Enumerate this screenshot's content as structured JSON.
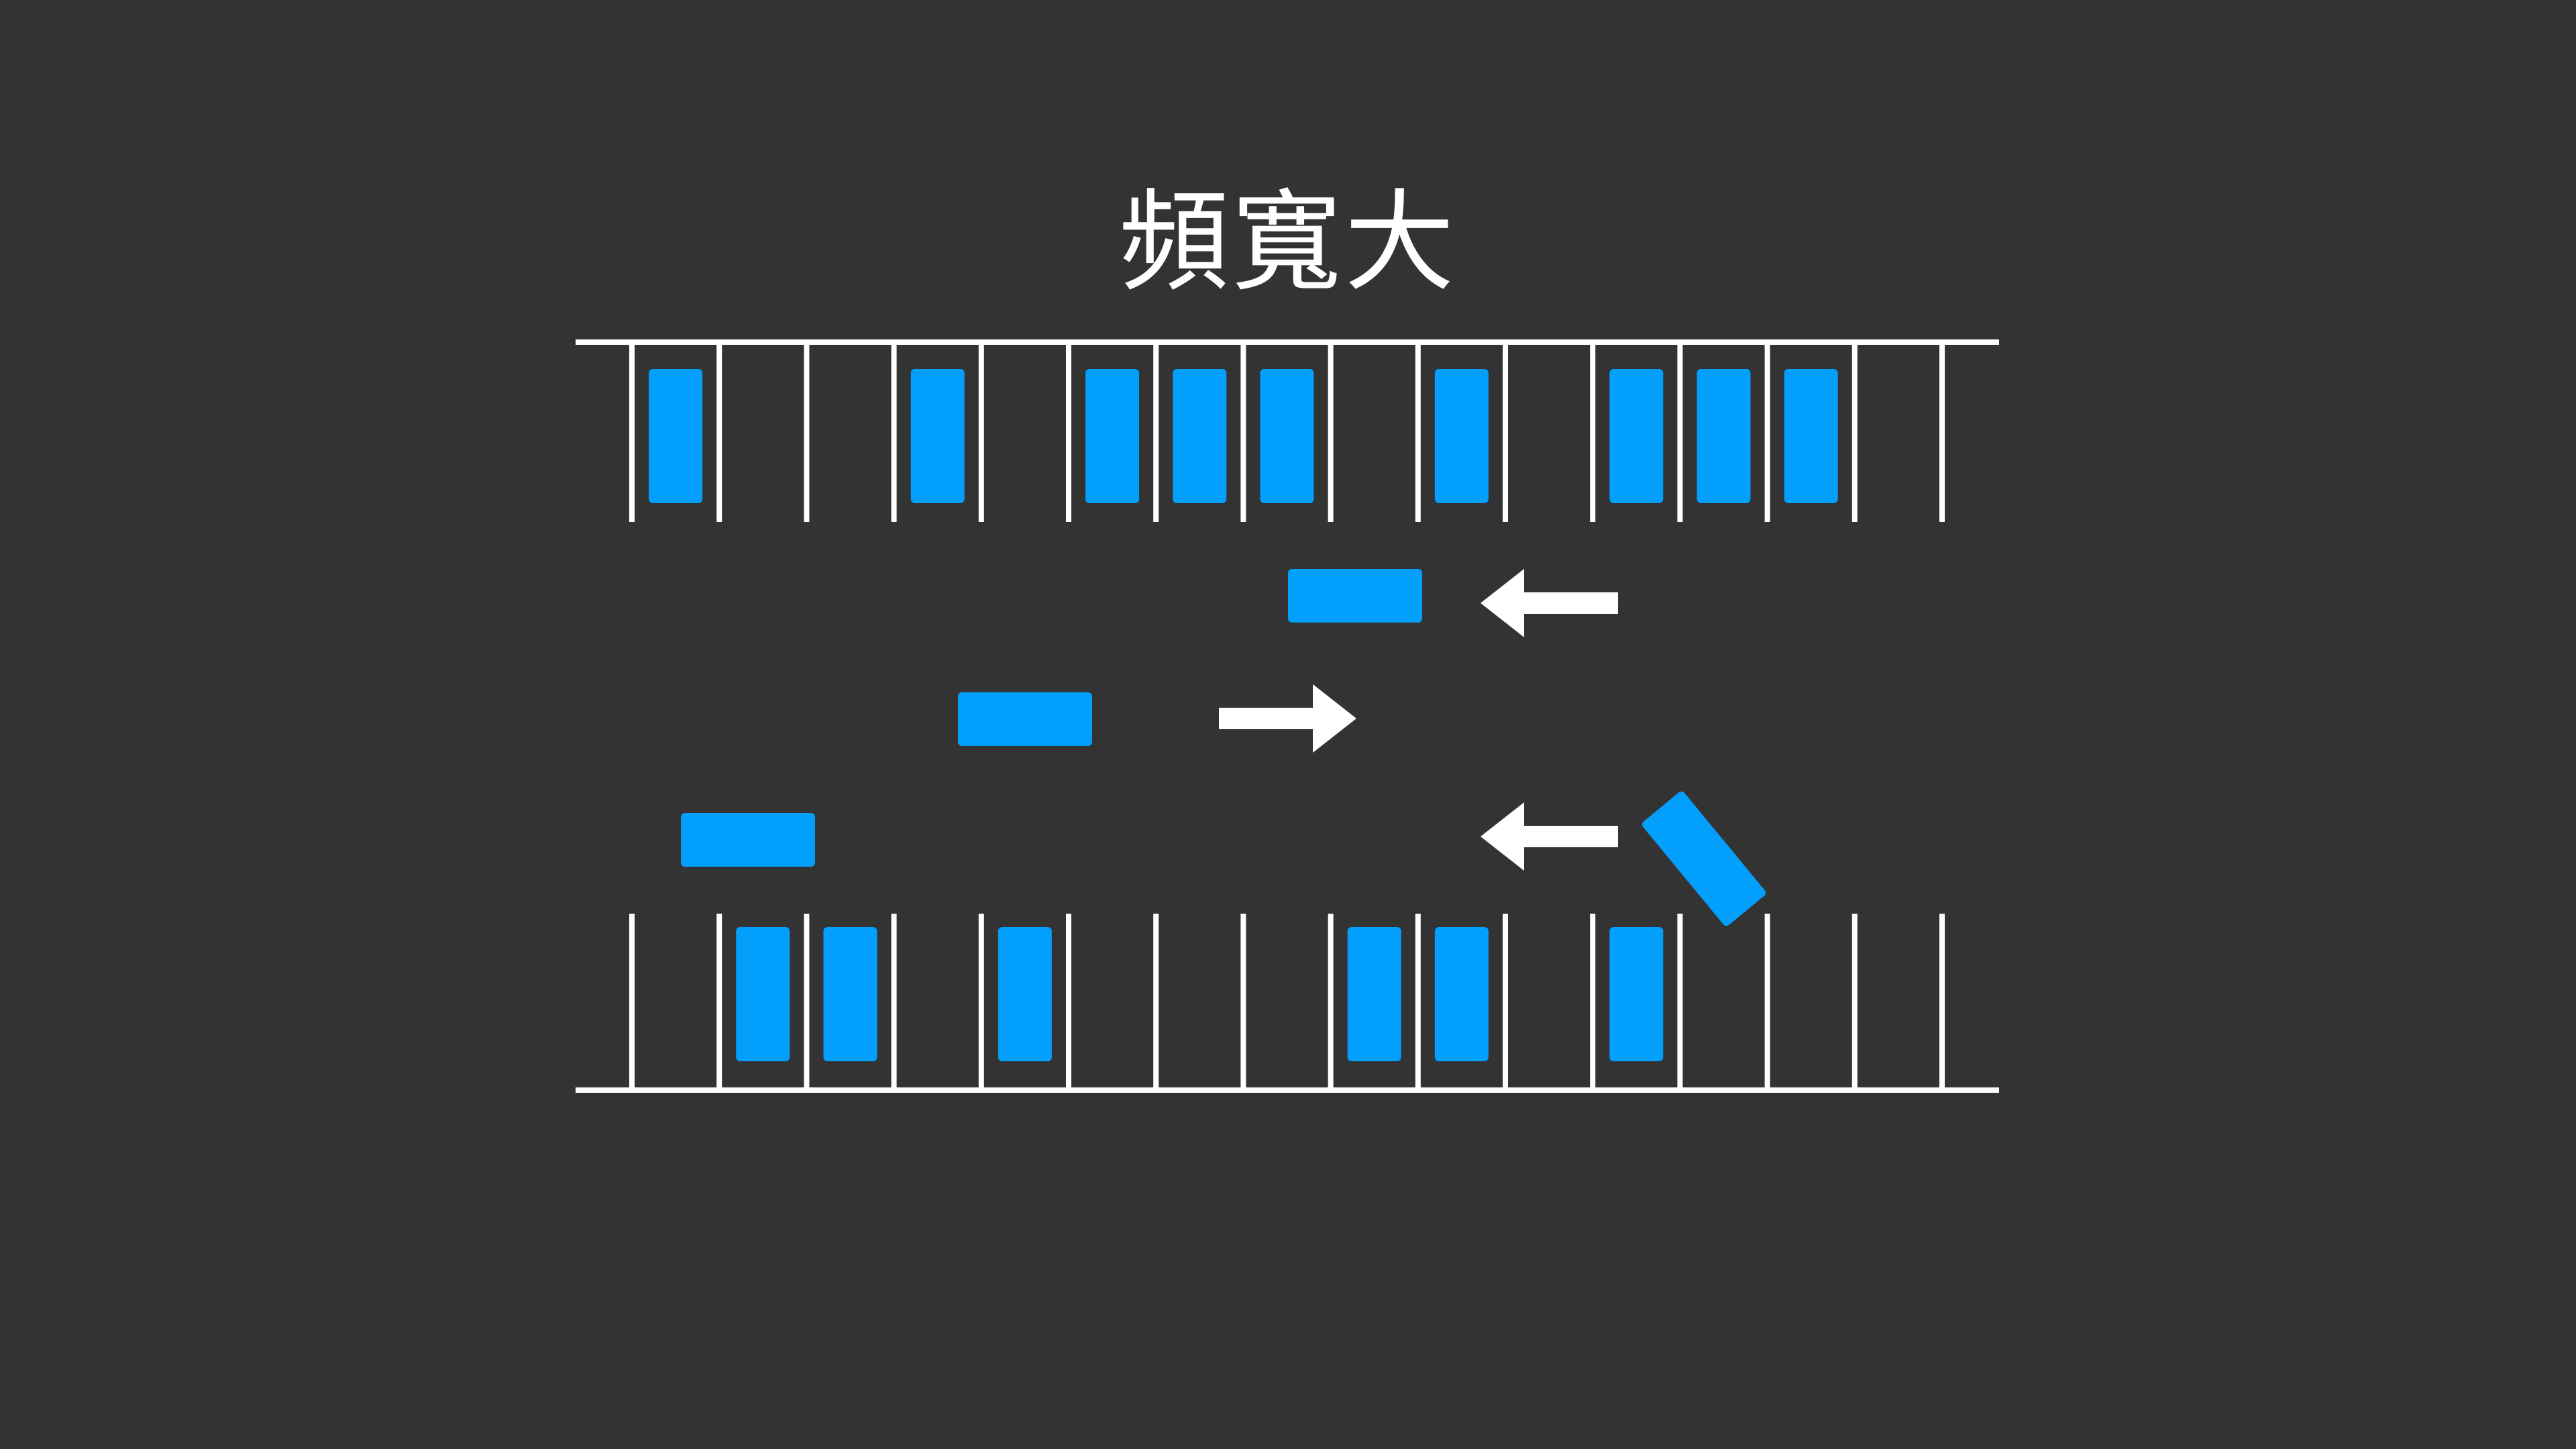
{
  "title": "頻寬大",
  "colors": {
    "background": "#333333",
    "line": "#ffffff",
    "car": "#039ffc",
    "arrow": "#ffffff"
  },
  "parking_lot": {
    "stall_count": 15,
    "top_row": {
      "occupied": [
        true,
        false,
        false,
        true,
        false,
        true,
        true,
        true,
        false,
        true,
        false,
        true,
        true,
        true,
        false
      ]
    },
    "bottom_row": {
      "occupied": [
        false,
        true,
        true,
        false,
        true,
        false,
        false,
        false,
        true,
        true,
        false,
        true,
        false,
        false,
        false
      ]
    }
  },
  "lanes": [
    {
      "direction": "left",
      "icon": "arrow-left-icon"
    },
    {
      "direction": "right",
      "icon": "arrow-right-icon"
    },
    {
      "direction": "left",
      "icon": "arrow-left-icon"
    }
  ],
  "moving_cars": [
    {
      "lane": 0,
      "heading": "left"
    },
    {
      "lane": 1,
      "heading": "right"
    },
    {
      "lane": 2,
      "heading": "left"
    },
    {
      "lane": 2,
      "heading": "turning-into-bottom-stall"
    }
  ]
}
